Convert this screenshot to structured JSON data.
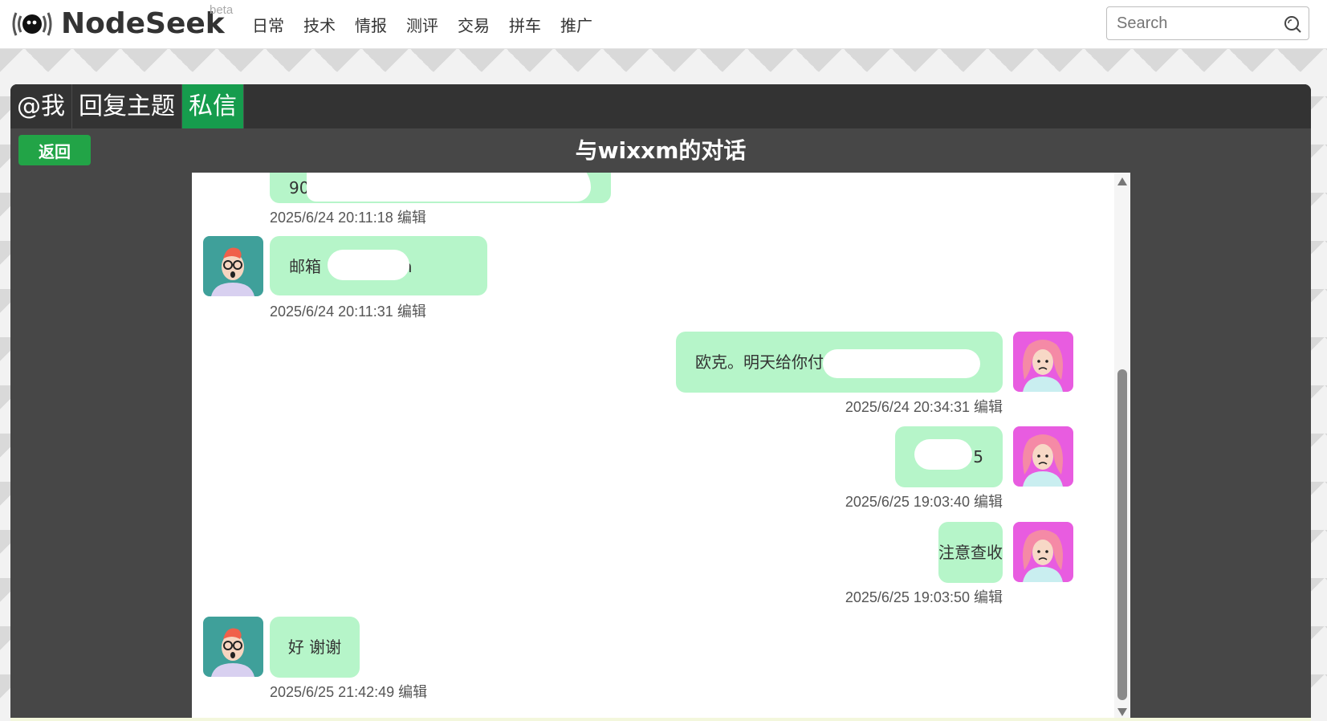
{
  "header": {
    "brand": "NodeSeek",
    "beta": "beta",
    "nav": [
      "日常",
      "技术",
      "情报",
      "测评",
      "交易",
      "拼车",
      "推广"
    ],
    "search_placeholder": "Search"
  },
  "tabs": [
    {
      "label": "@我",
      "active": false
    },
    {
      "label": "回复主题",
      "active": false
    },
    {
      "label": "私信",
      "active": true
    }
  ],
  "toolbar": {
    "back_label": "返回",
    "title": "与wixxm的对话"
  },
  "messages": [
    {
      "side": "left",
      "text": "90",
      "time": "2025/6/24 20:11:18",
      "edit": "编辑",
      "avatar": "male-avatar"
    },
    {
      "side": "left",
      "text": "邮箱 ·                  @qq.com",
      "time": "2025/6/24 20:11:31",
      "edit": "编辑",
      "avatar": "male-avatar"
    },
    {
      "side": "right",
      "text": "欧克。明天给你付",
      "time": "2025/6/24 20:34:31",
      "edit": "编辑",
      "avatar": "female-avatar"
    },
    {
      "side": "right",
      "text": "5",
      "time": "2025/6/25 19:03:40",
      "edit": "编辑",
      "avatar": "female-avatar"
    },
    {
      "side": "right",
      "text": "注意查收",
      "time": "2025/6/25 19:03:50",
      "edit": "编辑",
      "avatar": "female-avatar"
    },
    {
      "side": "left",
      "text": "好 谢谢",
      "time": "2025/6/25 21:42:49",
      "edit": "编辑",
      "avatar": "male-avatar"
    }
  ],
  "colors": {
    "active_tab": "#169c4d",
    "back_button": "#22a447",
    "bubble": "#b6f5c9",
    "panel": "#474747",
    "tabbar": "#333333"
  }
}
